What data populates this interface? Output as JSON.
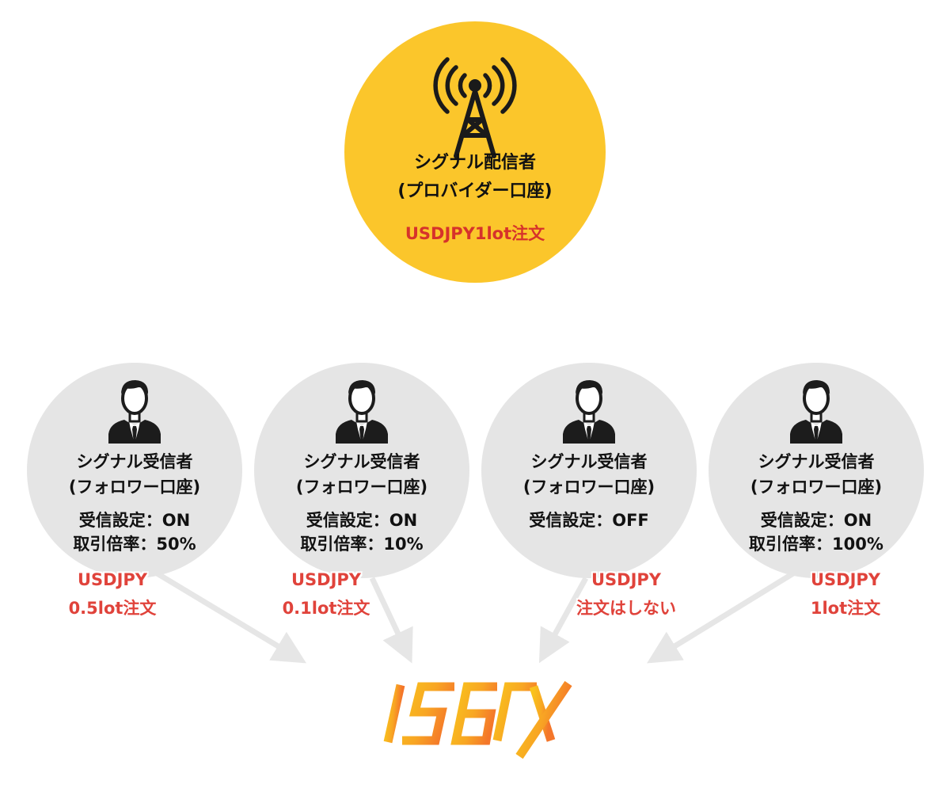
{
  "provider": {
    "title_line1": "シグナル配信者",
    "title_line2": "(プロバイダー口座)",
    "order": "USDJPY1lot注文",
    "icon": "antenna-tower-icon"
  },
  "followers": [
    {
      "title_line1": "シグナル受信者",
      "title_line2": "(フォロワー口座)",
      "setting": "受信設定：ON",
      "ratio": "取引倍率：50%",
      "order_line1": "USDJPY",
      "order_line2": "0.5lot注文"
    },
    {
      "title_line1": "シグナル受信者",
      "title_line2": "(フォロワー口座)",
      "setting": "受信設定：ON",
      "ratio": "取引倍率：10%",
      "order_line1": "USDJPY",
      "order_line2": "0.1lot注文"
    },
    {
      "title_line1": "シグナル受信者",
      "title_line2": "(フォロワー口座)",
      "setting": "受信設定：OFF",
      "ratio": "",
      "order_line1": "USDJPY",
      "order_line2": "注文はしない"
    },
    {
      "title_line1": "シグナル受信者",
      "title_line2": "(フォロワー口座)",
      "setting": "受信設定：ON",
      "ratio": "取引倍率：100%",
      "order_line1": "USDJPY",
      "order_line2": "1lot注文"
    }
  ],
  "logo": {
    "text": "IS6FX",
    "icon": "is6fx-logo"
  },
  "colors": {
    "provider_circle": "#fbc62b",
    "follower_circle": "#e5e5e5",
    "order_text": "#d6322b",
    "arrow": "#e6e6e6",
    "logo_gradient_start": "#f9c31c",
    "logo_gradient_end": "#f4762a"
  }
}
